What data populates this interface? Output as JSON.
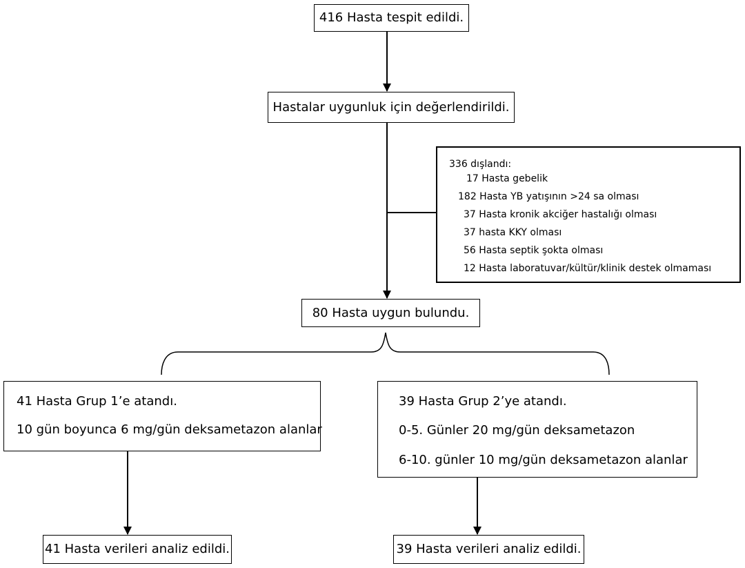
{
  "flowchart": {
    "identified": "416 Hasta tespit edildi.",
    "assessed": "Hastalar uygunluk için değerlendirildi.",
    "excluded": {
      "heading": "336 dışlandı:",
      "reasons": [
        "17 Hasta gebelik",
        "182 Hasta YB yatışının >24 sa olması",
        "37 Hasta kronik akciğer hastalığı olması",
        "37 hasta KKY olması",
        "56 Hasta septik şokta olması",
        "12 Hasta laboratuvar/kültür/klinik destek olmaması"
      ]
    },
    "eligible": "80 Hasta uygun bulundu.",
    "group_1": {
      "title": "41 Hasta Grup 1’e atandı.",
      "dose": "10 gün boyunca 6 mg/gün deksametazon alanlar"
    },
    "group_2": {
      "title": "39 Hasta Grup 2’ye atandı.",
      "dose_days_0_5": "0-5. Günler 20 mg/gün deksametazon",
      "dose_days_6_10": "6-10. günler 10 mg/gün deksametazon alanlar"
    },
    "analyzed_1": "41 Hasta verileri analiz edildi.",
    "analyzed_2": "39 Hasta verileri analiz edildi."
  }
}
